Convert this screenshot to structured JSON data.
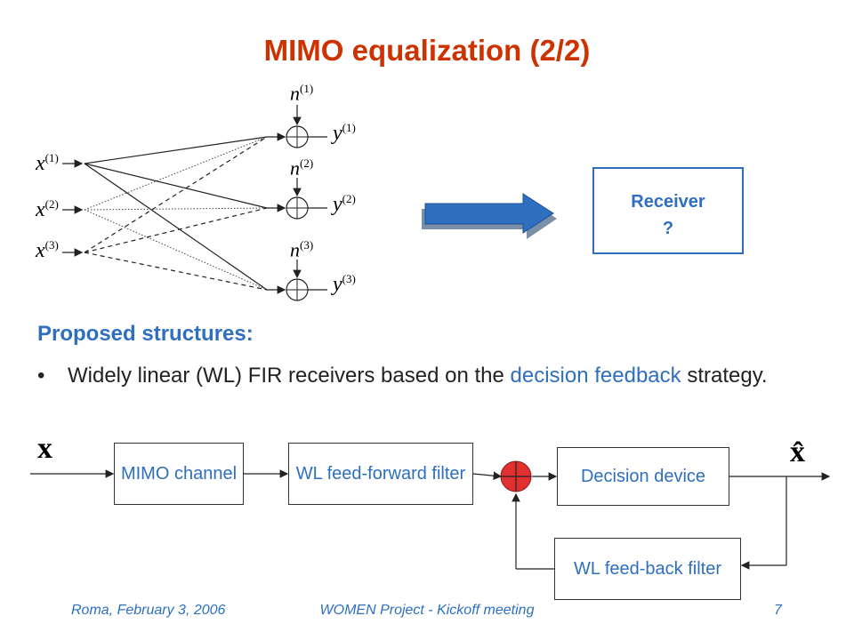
{
  "slide": {
    "title": "MIMO equalization (2/2)"
  },
  "channel_diagram": {
    "inputs": [
      {
        "base": "x",
        "sup": "(1)"
      },
      {
        "base": "x",
        "sup": "(2)"
      },
      {
        "base": "x",
        "sup": "(3)"
      }
    ],
    "noises": [
      {
        "base": "n",
        "sup": "(1)"
      },
      {
        "base": "n",
        "sup": "(2)"
      },
      {
        "base": "n",
        "sup": "(3)"
      }
    ],
    "outputs": [
      {
        "base": "y",
        "sup": "(1)"
      },
      {
        "base": "y",
        "sup": "(2)"
      },
      {
        "base": "y",
        "sup": "(3)"
      }
    ]
  },
  "receiver": {
    "line1": "Receiver",
    "line2": "?"
  },
  "section_heading": "Proposed structures:",
  "bullet": {
    "marker": "•",
    "text_before": "Widely linear (WL) FIR receivers based on the ",
    "highlight": "decision feedback",
    "text_after": " strategy."
  },
  "block_diagram": {
    "input_symbol": "x",
    "output_symbol": "x̂",
    "blocks": {
      "mimo_channel": "MIMO channel",
      "feed_forward": "WL feed-forward filter",
      "decision": "Decision device",
      "feed_back": "WL feed-back filter"
    }
  },
  "footer": {
    "left": "Roma, February 3, 2006",
    "center": "WOMEN Project - Kickoff meeting",
    "right": "7"
  },
  "colors": {
    "title": "#cc3300",
    "accent_blue": "#2e6fc0",
    "summer_red": "#e03030"
  }
}
